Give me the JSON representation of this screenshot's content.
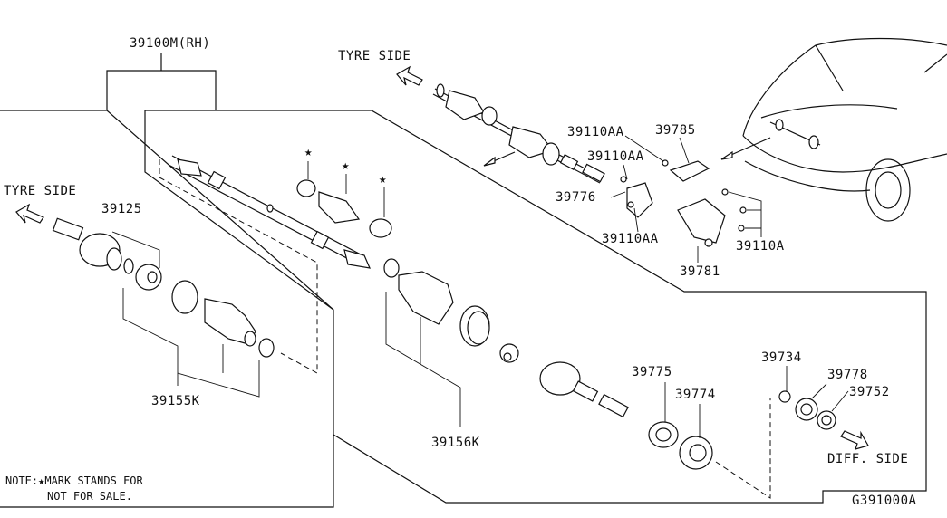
{
  "diagram": {
    "assembly_label": "39100M(RH)",
    "tyre_side_upper": "TYRE SIDE",
    "tyre_side_left": "TYRE SIDE",
    "diff_side": "DIFF. SIDE",
    "figure_code": "G391000A",
    "note_line1": "NOTE:★MARK STANDS FOR",
    "note_line2": "NOT FOR SALE.",
    "star": "★",
    "parts": {
      "p39125": "39125",
      "p39155K": "39155K",
      "p39156K": "39156K",
      "p39775": "39775",
      "p39774": "39774",
      "p39734": "39734",
      "p39778": "39778",
      "p39752": "39752",
      "p39110AA_top": "39110AA",
      "p39785": "39785",
      "p39110AA_mid": "39110AA",
      "p39776": "39776",
      "p39110AA_low": "39110AA",
      "p39110A": "39110A",
      "p39781": "39781"
    }
  }
}
